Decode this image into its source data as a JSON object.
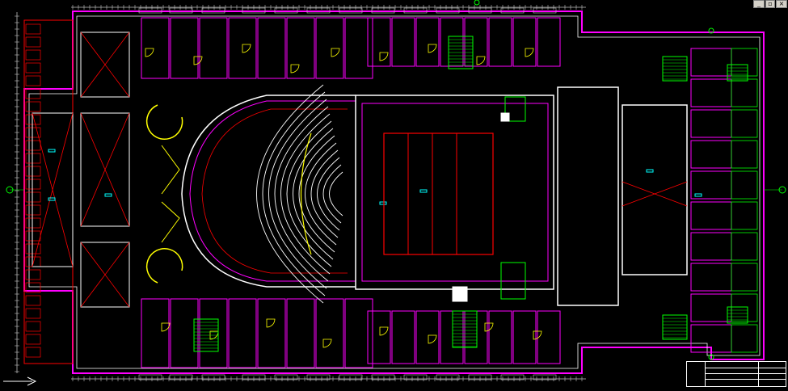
{
  "app": {
    "title": "",
    "window_controls": [
      "_",
      "▫",
      "×"
    ]
  },
  "colors": {
    "background": "#000000",
    "wall": "#ff00ff",
    "structure": "#ffffff",
    "furniture": "#ffff00",
    "stair": "#00ff00",
    "section": "#ff0000",
    "dim": "#c0c0c0",
    "cyan": "#00ffff"
  },
  "drawing": {
    "type": "architectural-floor-plan",
    "building": "theatre",
    "room_count_visible": "many",
    "seating_rows": 13
  },
  "title_block": {
    "lines": [
      "",
      "",
      "",
      ""
    ]
  }
}
